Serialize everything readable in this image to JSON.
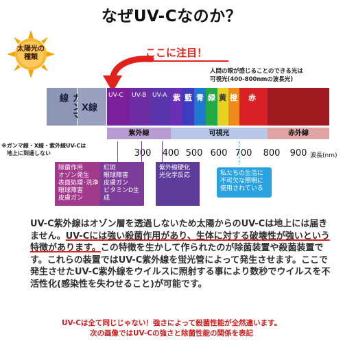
{
  "title": "なぜUV-Cなのか？",
  "sun_label": "太陽光の\n種類",
  "callout": "ここに注目！",
  "visible_note": "人間の眼が感じることのできる光は\n可視光(400-800nmの波長光)",
  "spectrum": {
    "gamma": "ガンマ線",
    "xray": "X線",
    "uvc": "UV-C",
    "uvb": "UV-B",
    "uva": "UV-A",
    "colors": [
      "紫",
      "藍",
      "青",
      "緑",
      "黄",
      "橙",
      "赤"
    ],
    "ultraviolet": "紫外線",
    "visible": "可視光",
    "infrared": "赤外線",
    "ticks": [
      "300",
      "400",
      "500",
      "600",
      "700",
      "800",
      "900"
    ],
    "unit": "波長(nm)"
  },
  "gamma_note": "※ガンマ線・X線・紫外線UV-Cは\n　地上に到達しない",
  "boxes": {
    "uvc_effects": "除菌作用\nオゾン発生\n表面処理･洗浄\n眼球障害\n皮膚ガン",
    "uvb_effects": "紅斑\n眼球障害\n皮膚ガン\nビタミンD生成",
    "uva_effects": "紫外線硬化\n光化学反応",
    "visible_effects": "私たちの生活に\n不可欠な照明に\n使用されている"
  },
  "paragraph": {
    "p1": "UV-C紫外線はオゾン層を透過しないため太陽からのUV-Cは地上には届きません。",
    "p2": "UV-Cには強い殺菌作用があり、生体に対する破壊性が強いという特徴があります。",
    "p3": "この特徴を生かして作られたのが除菌装置や殺菌装置です。これらの装置ではUV-C紫外線を蛍光管によって発生させます。ここで発生させたUV-C紫外線をウイルスに照射する事により数秒でウイルスを不活性化(感染性を失わせること)が可能です。"
  },
  "footer": {
    "line1": "UV-Cは全て同じじゃない！強さによって殺菌性能が全然違います。",
    "line2": "次の画像ではUV-Cの強さと除菌性能の関係を表記"
  },
  "colors": {
    "accent_red": "#e0221c",
    "uv_purple": "#6a2c91",
    "box_pink": "#a23a8c",
    "box_violet": "#5d3c9c",
    "box_blue": "#2aa3e0"
  }
}
